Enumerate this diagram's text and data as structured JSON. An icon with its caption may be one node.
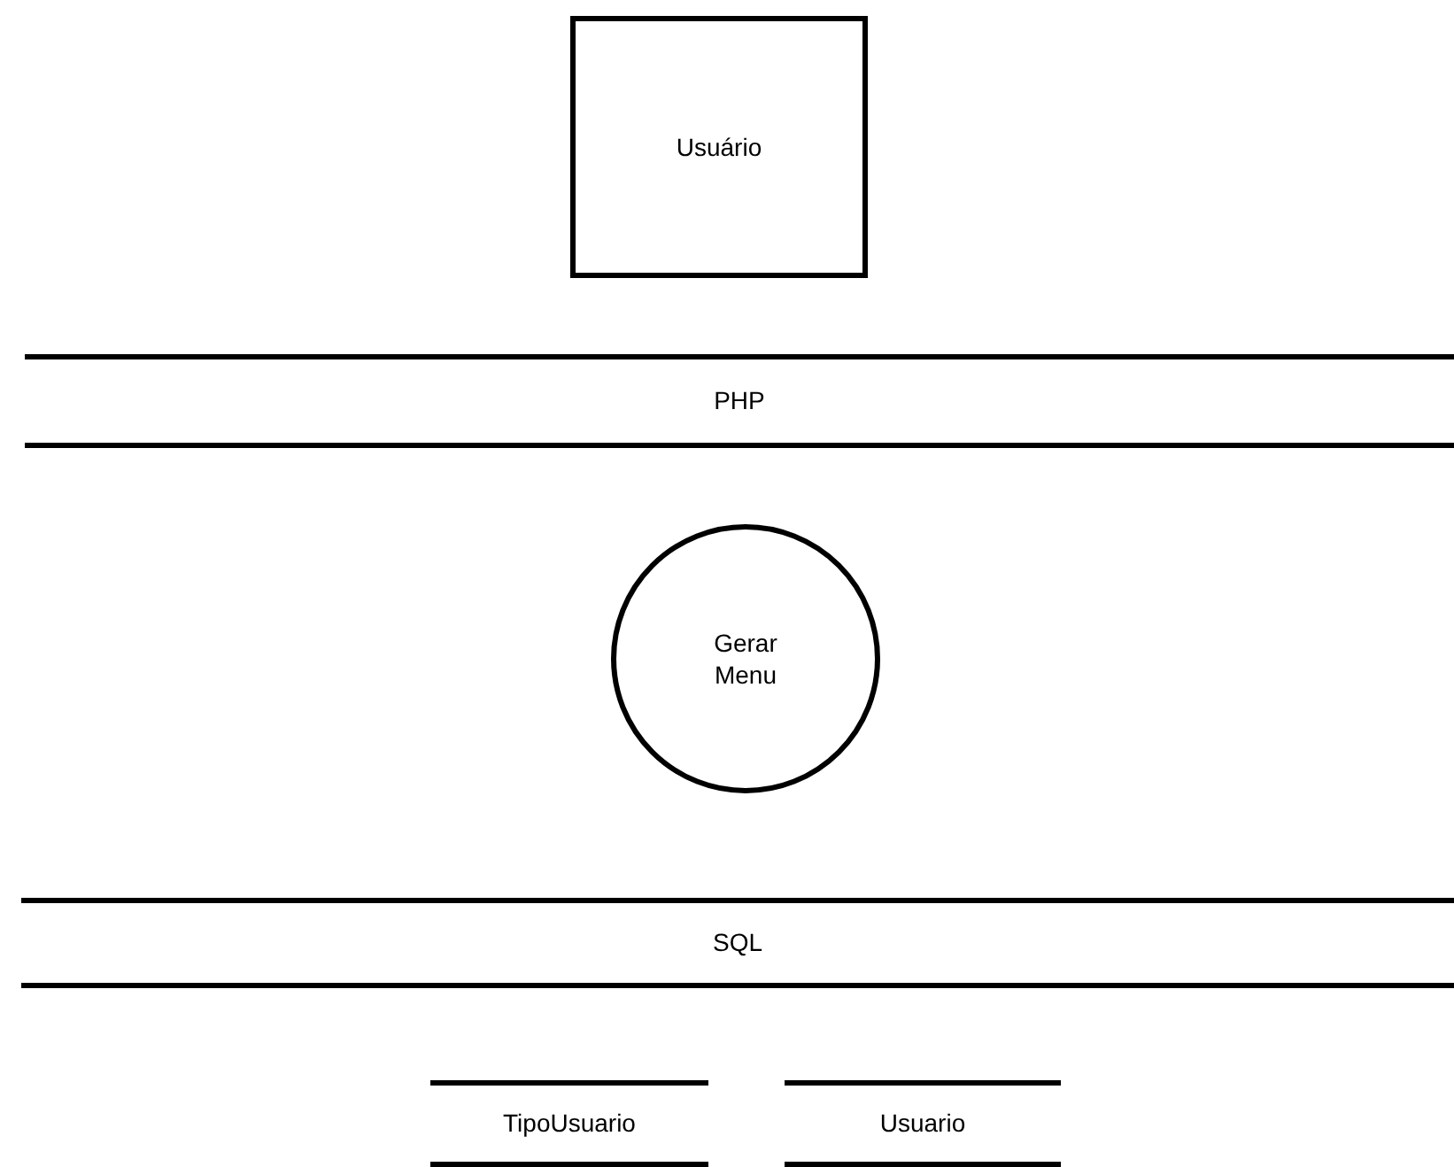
{
  "diagram": {
    "nodes": [
      {
        "text": [
          "Usuário"
        ]
      },
      {
        "text": [
          "PHP"
        ]
      },
      {
        "text": [
          "Gerar Menu"
        ]
      },
      {
        "text": [
          "SQL"
        ]
      },
      {
        "text": [
          "TipoUsuario"
        ]
      },
      {
        "text": [
          "Usuario"
        ]
      }
    ]
  }
}
